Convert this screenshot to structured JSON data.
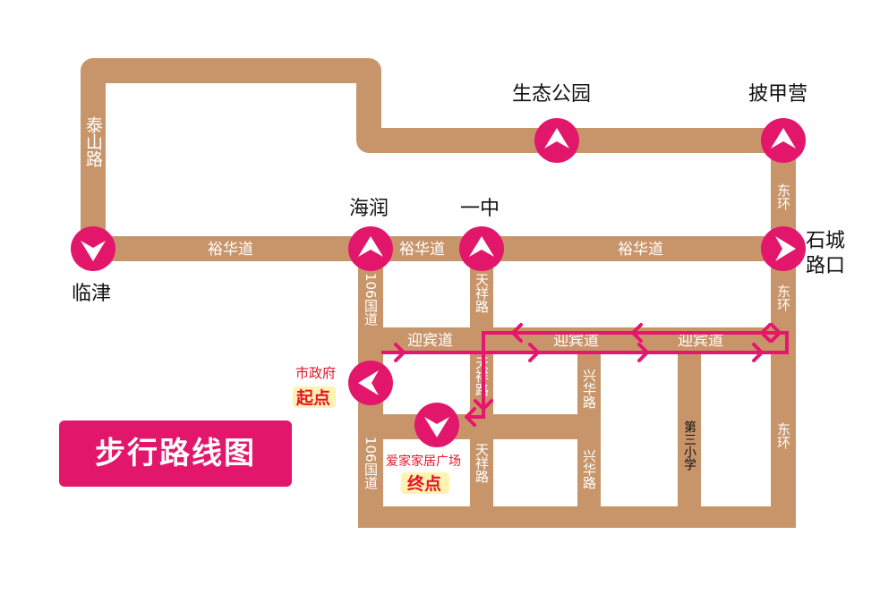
{
  "title": "步行路线图",
  "colors": {
    "road": "#c8956b",
    "route": "#e6166e",
    "stop": "#e2176b",
    "label_red": "#e6132a"
  },
  "streets": {
    "yuhua_1": "裕华道",
    "yuhua_2": "裕华道",
    "yuhua_3": "裕华道",
    "yingbin_1": "迎宾道",
    "yingbin_2": "迎宾道",
    "yingbin_3": "迎宾道",
    "taishan": "泰山路",
    "guodao_upper": "106国道",
    "guodao_lower": "106国道",
    "tianxiang_1": "天祥路",
    "tianxiang_2": "天祥路",
    "tianxiang_3": "天祥路",
    "xinghua_1": "兴华路",
    "xinghua_2": "兴华路",
    "donghuan_1": "东环",
    "donghuan_2": "东环",
    "donghuan_3": "东环"
  },
  "stops": {
    "linjin": "临津",
    "hairun": "海润",
    "yizhong": "一中",
    "shengtai": "生态公园",
    "pijiaying": "披甲营",
    "shicheng_1": "石城",
    "shicheng_2": "路口"
  },
  "places": {
    "school": "第三小学",
    "government": "市政府",
    "start": "起点",
    "mall": "爱家家居广场",
    "end": "终点"
  },
  "icons": {
    "stop_marker": "circle-chevron-icon",
    "route_arrow": "arrowhead-icon"
  }
}
